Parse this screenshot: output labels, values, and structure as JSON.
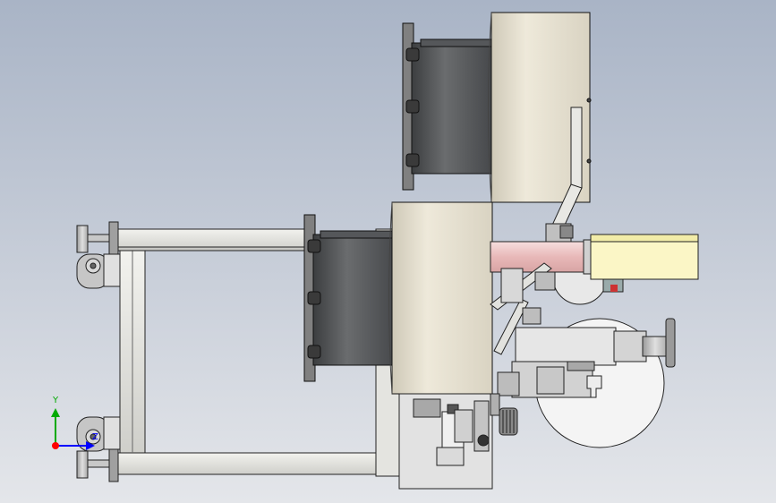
{
  "viewport": {
    "background_top": "#a9b4c6",
    "background_bottom": "#e4e6ea"
  },
  "model": {
    "components": [
      {
        "name": "upper-unwind-reel",
        "color": "#e6e0cf"
      },
      {
        "name": "upper-reel-hub",
        "color": "#4a4c4e"
      },
      {
        "name": "lower-unwind-reel",
        "color": "#e6e0cf"
      },
      {
        "name": "lower-reel-hub",
        "color": "#4a4c4e"
      },
      {
        "name": "steel-frame",
        "color": "#dcdcd6"
      },
      {
        "name": "leveling-feet",
        "color": "#b8b8b8"
      },
      {
        "name": "caster-wheels",
        "color": "#bcbcbc"
      },
      {
        "name": "feed-roller",
        "color": "#f0c8c8"
      },
      {
        "name": "label-box",
        "color": "#fbf6c6"
      },
      {
        "name": "rewind-disc",
        "color": "#ffffff"
      },
      {
        "name": "drive-assembly",
        "color": "#d8d8d8"
      }
    ]
  },
  "triad": {
    "y_label": "Y",
    "z_label": "Z",
    "x_color": "#ff0000",
    "y_color": "#00aa00",
    "z_color": "#0000ff"
  }
}
